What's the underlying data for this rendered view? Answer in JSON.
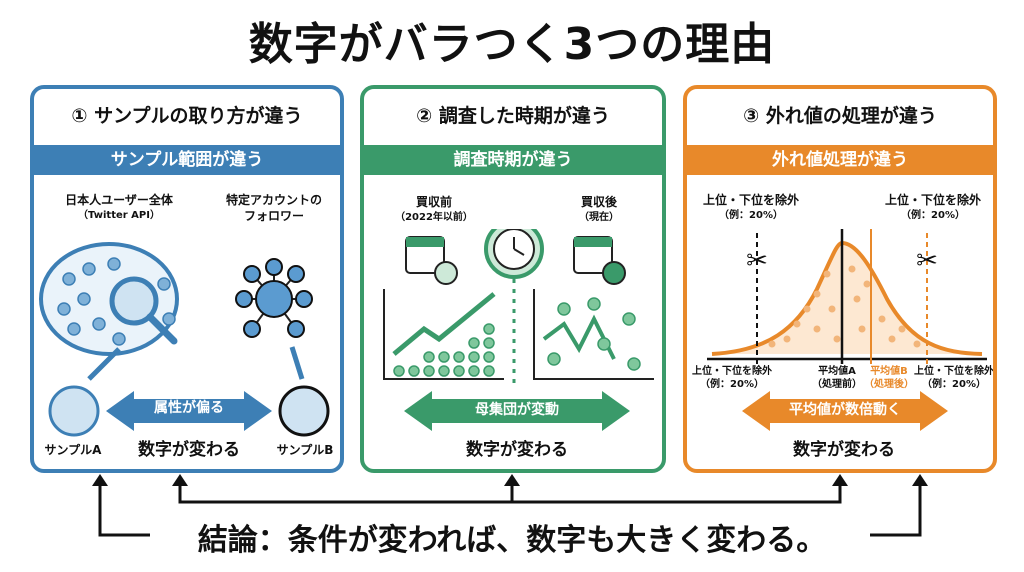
{
  "title": "数字がバラつく3つの理由",
  "panels": [
    {
      "heading": "① サンプルの取り方が違う",
      "banner": "サンプル範囲が違う",
      "left_label": "日本人ユーザー全体",
      "left_sub": "（Twitter API）",
      "right_label": "特定アカウントの",
      "right_label2": "フォロワー",
      "sample_a": "サンプルA",
      "sample_b": "サンプルB",
      "arrow_label": "属性が偏る",
      "result": "数字が変わる"
    },
    {
      "heading": "② 調査した時期が違う",
      "banner": "調査時期が違う",
      "before": "買収前",
      "before_sub": "（2022年以前）",
      "after": "買収後",
      "after_sub": "（現在）",
      "arrow_label": "母集団が変動",
      "result": "数字が変わる"
    },
    {
      "heading": "③ 外れ値の処理が違う",
      "banner": "外れ値処理が違う",
      "exclude": "上位・下位を除外",
      "exclude_sub": "（例：20%）",
      "mean_a": "平均値A",
      "mean_a_sub": "（処理前）",
      "mean_b": "平均値B",
      "mean_b_sub": "（処理後）",
      "arrow_label": "平均値が数倍動く",
      "result": "数字が変わる"
    }
  ],
  "conclusion": "結論：条件が変われば、数字も大きく変わる。",
  "colors": {
    "blue": "#3d7fb5",
    "green": "#3a9a6a",
    "orange": "#e8892a"
  }
}
